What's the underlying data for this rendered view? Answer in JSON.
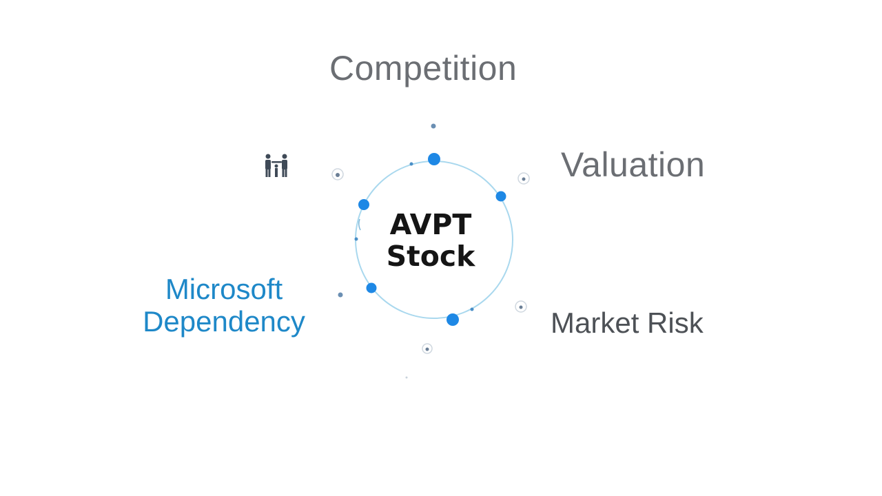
{
  "center": {
    "line1": "AVPT",
    "line2": "Stock"
  },
  "topics": {
    "competition": "Competition",
    "valuation": "Valuation",
    "market_risk": "Market Risk",
    "microsoft_line1": "Microsoft",
    "microsoft_line2": "Dependency"
  },
  "icons": {
    "people": "people-icon"
  },
  "colors": {
    "accent_blue": "#1e88e5",
    "microsoft_blue": "#1e88c8",
    "topic_gray": "#6b6e73",
    "dark_gray": "#4d5156",
    "ring": "#a9d8ee",
    "center_text": "#151515"
  }
}
